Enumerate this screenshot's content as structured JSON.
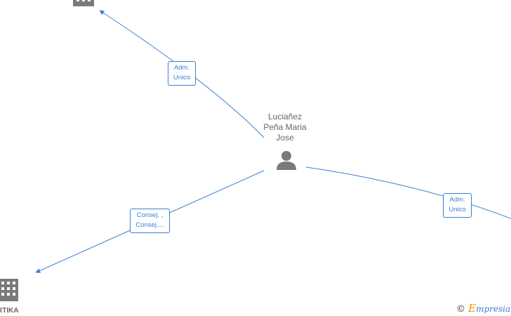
{
  "person": {
    "name_lines": [
      "Luciañez",
      "Peña Maria",
      "Jose"
    ]
  },
  "edges": [
    {
      "label_lines": [
        "Adm.",
        "Unico"
      ]
    },
    {
      "label_lines": [
        "Consej. ,",
        "Consej...."
      ]
    },
    {
      "label_lines": [
        "Adm.",
        "Unico"
      ]
    }
  ],
  "companies": {
    "bottom_left_label": "RTIKA"
  },
  "brand": {
    "copyright": "©",
    "first_letter": "E",
    "rest": "mpresia"
  },
  "colors": {
    "edge": "#3a7fd5",
    "node": "#7a7a7a",
    "text": "#666666"
  },
  "icons": {
    "person": "person-icon",
    "company": "building-icon"
  }
}
